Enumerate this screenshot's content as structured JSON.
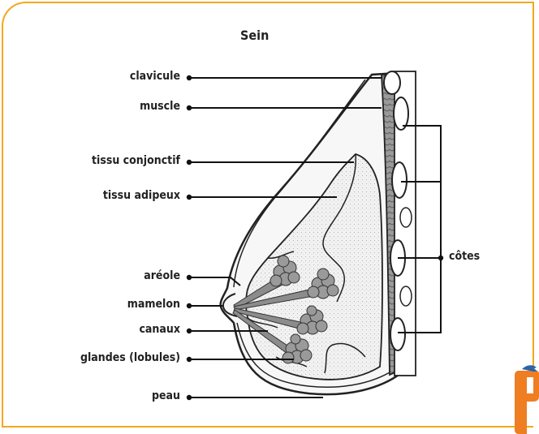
{
  "title": "Sein",
  "labels": {
    "clavicule": "clavicule",
    "muscle": "muscle",
    "tissu_conjonctif": "tissu conjonctif",
    "tissu_adipeux": "tissu adipeux",
    "areole": "aréole",
    "mamelon": "mamelon",
    "canaux": "canaux",
    "glandes": "glandes (lobules)",
    "peau": "peau",
    "cotes": "côtes"
  },
  "colors": {
    "frame": "#f3a81b",
    "logo": "#ef7d22",
    "logo_arrow": "#2b64a8"
  },
  "logo_icon": "p-logo-icon"
}
